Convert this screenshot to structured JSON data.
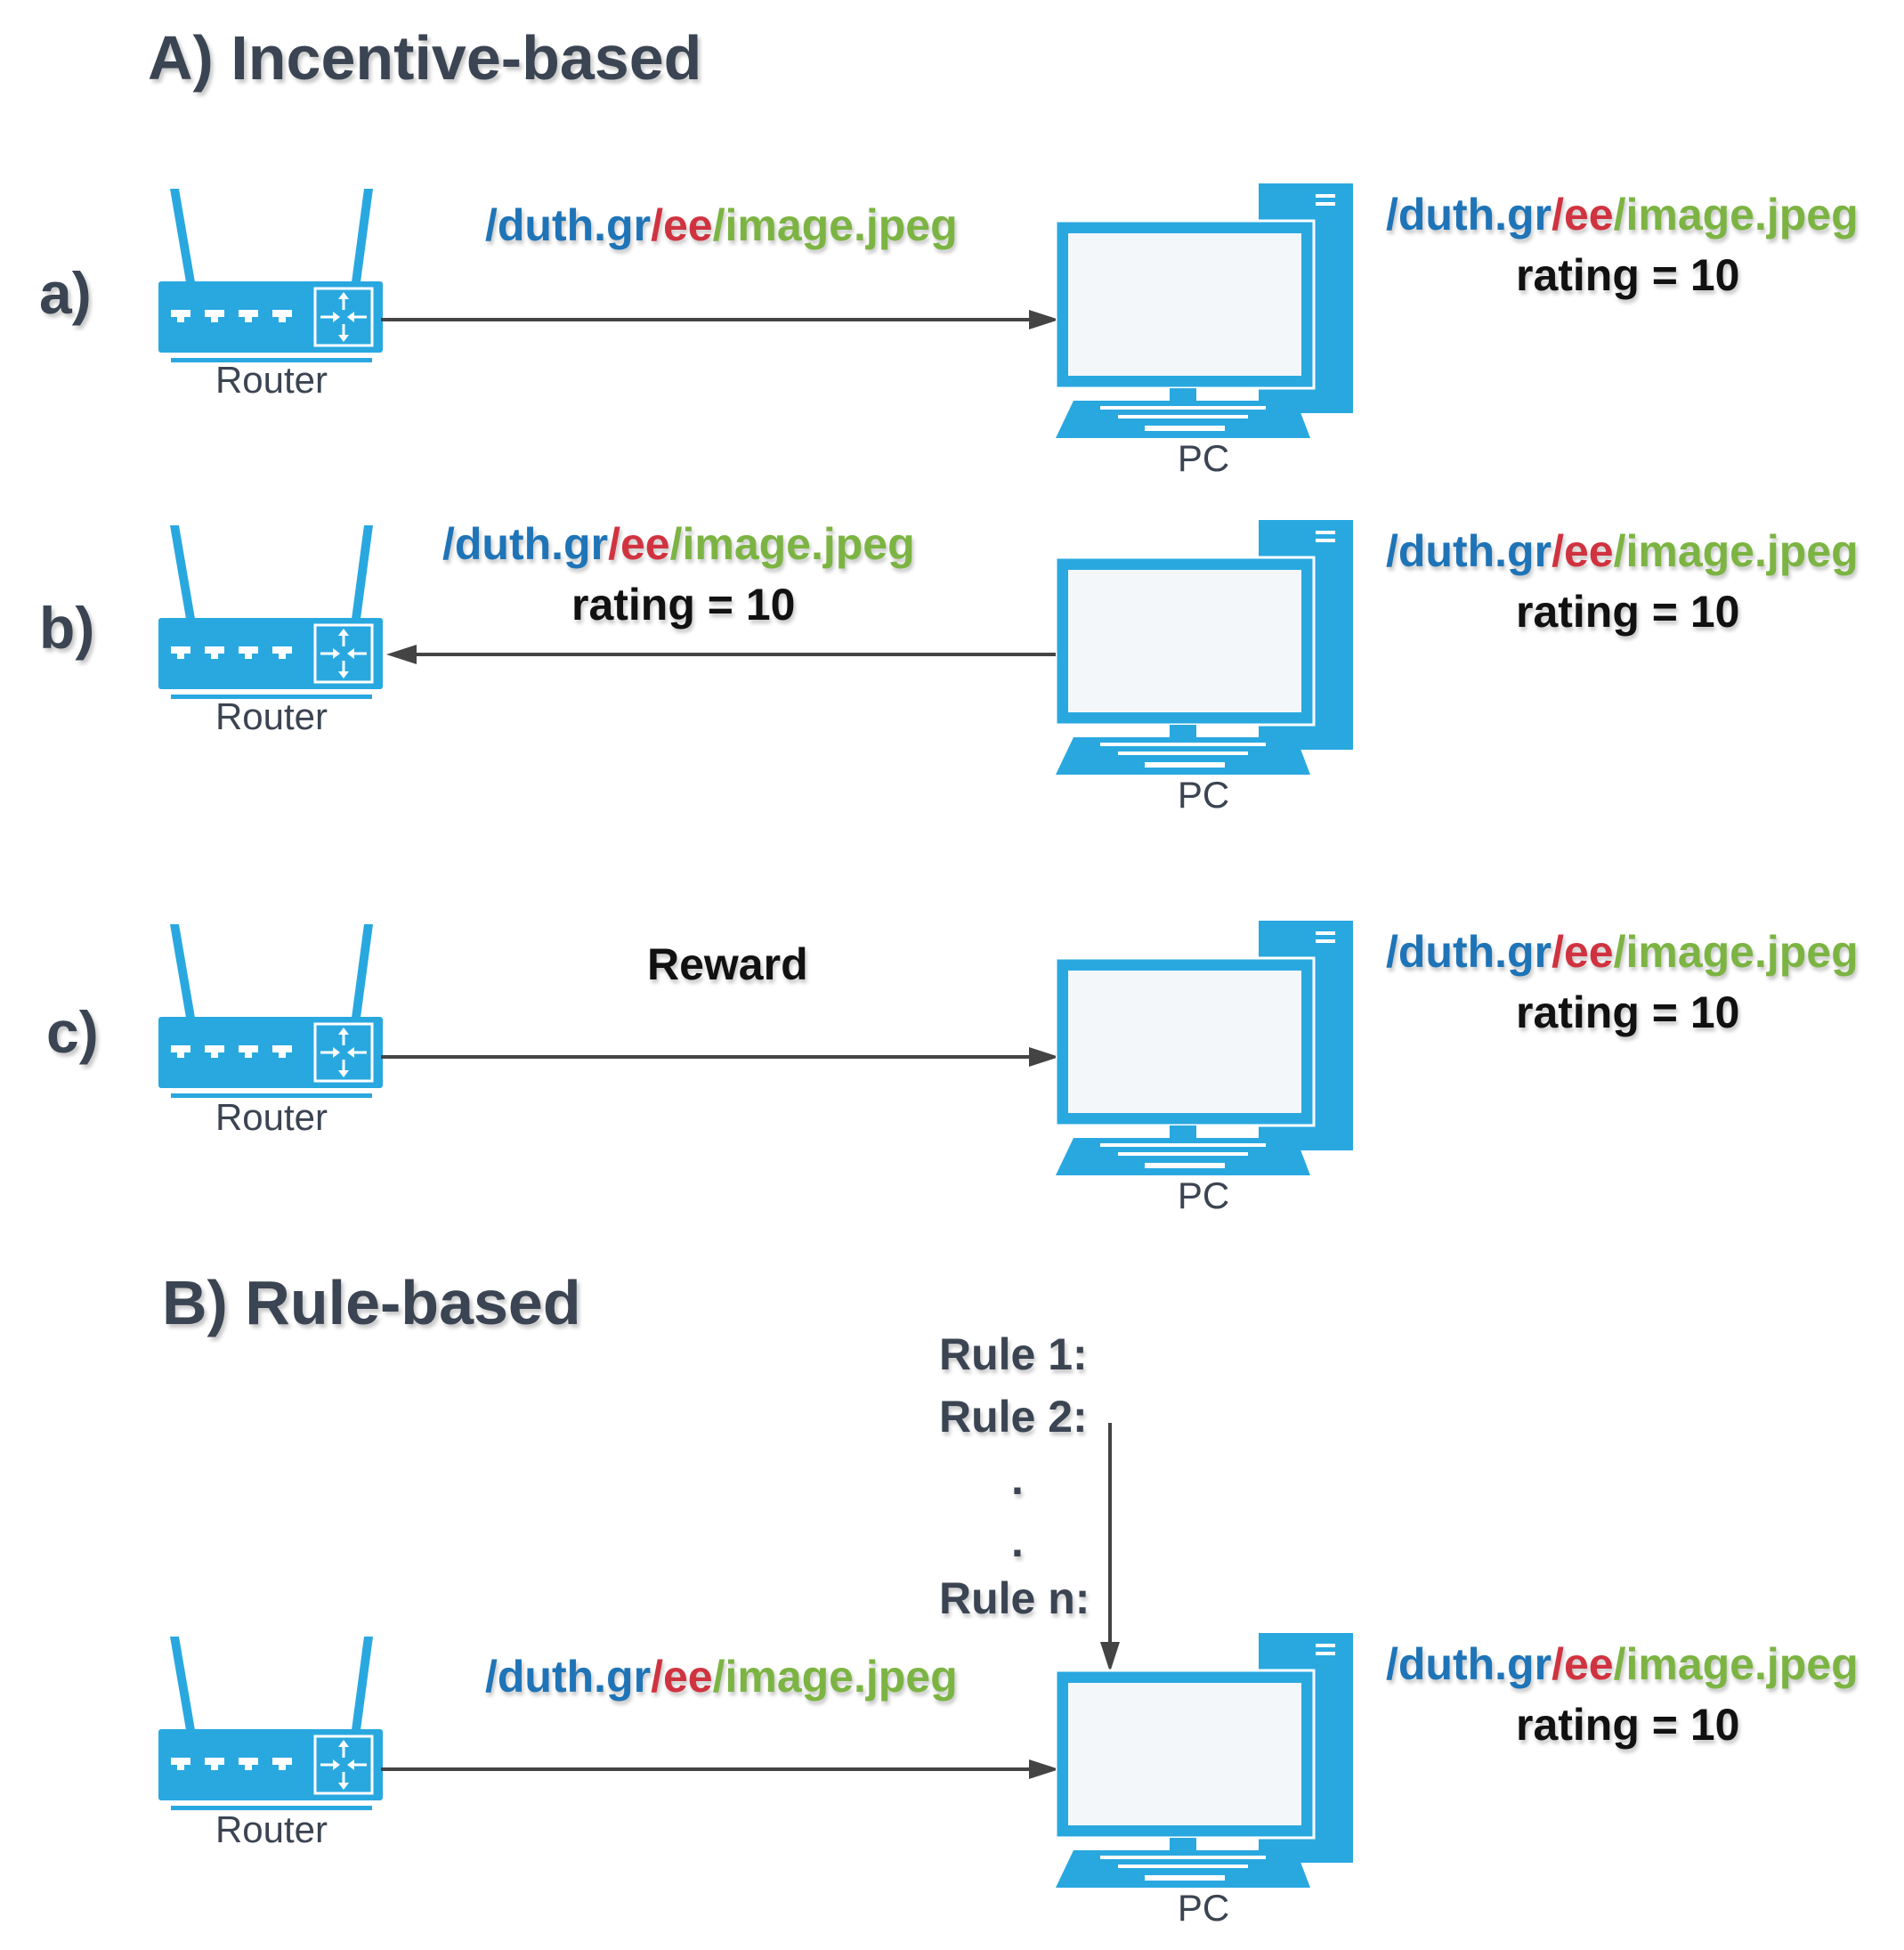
{
  "sectionA": {
    "title": "A) Incentive-based"
  },
  "sectionB": {
    "title": "B) Rule-based"
  },
  "rows": {
    "a": {
      "label": "a)",
      "transfer": {
        "domain": "/duth.gr",
        "dir": "/ee",
        "file": "/image.jpeg",
        "rating": ""
      },
      "stored": {
        "domain": "/duth.gr",
        "dir": "/ee",
        "file": "/image.jpeg",
        "rating": "rating = 10"
      }
    },
    "b": {
      "label": "b)",
      "transfer": {
        "domain": "/duth.gr",
        "dir": "/ee",
        "file": "/image.jpeg",
        "rating": "rating = 10"
      },
      "stored": {
        "domain": "/duth.gr",
        "dir": "/ee",
        "file": "/image.jpeg",
        "rating": "rating = 10"
      }
    },
    "c": {
      "label": "c)",
      "message": "Reward",
      "stored": {
        "domain": "/duth.gr",
        "dir": "/ee",
        "file": "/image.jpeg",
        "rating": "rating = 10"
      }
    },
    "B": {
      "transfer": {
        "domain": "/duth.gr",
        "dir": "/ee",
        "file": "/image.jpeg"
      },
      "stored": {
        "domain": "/duth.gr",
        "dir": "/ee",
        "file": "/image.jpeg",
        "rating": "rating = 10"
      }
    }
  },
  "rules": {
    "r1": "Rule 1:",
    "r2": "Rule 2:",
    "dot1": ".",
    "dot2": ".",
    "rn": "Rule n:"
  },
  "devices": {
    "router_label": "Router",
    "pc_label": "PC"
  },
  "colors": {
    "device": "#29a8e0",
    "title": "#3b4452",
    "domain": "#1e74b7",
    "dir": "#d03340",
    "file": "#7cb443",
    "arrow": "#444444"
  }
}
